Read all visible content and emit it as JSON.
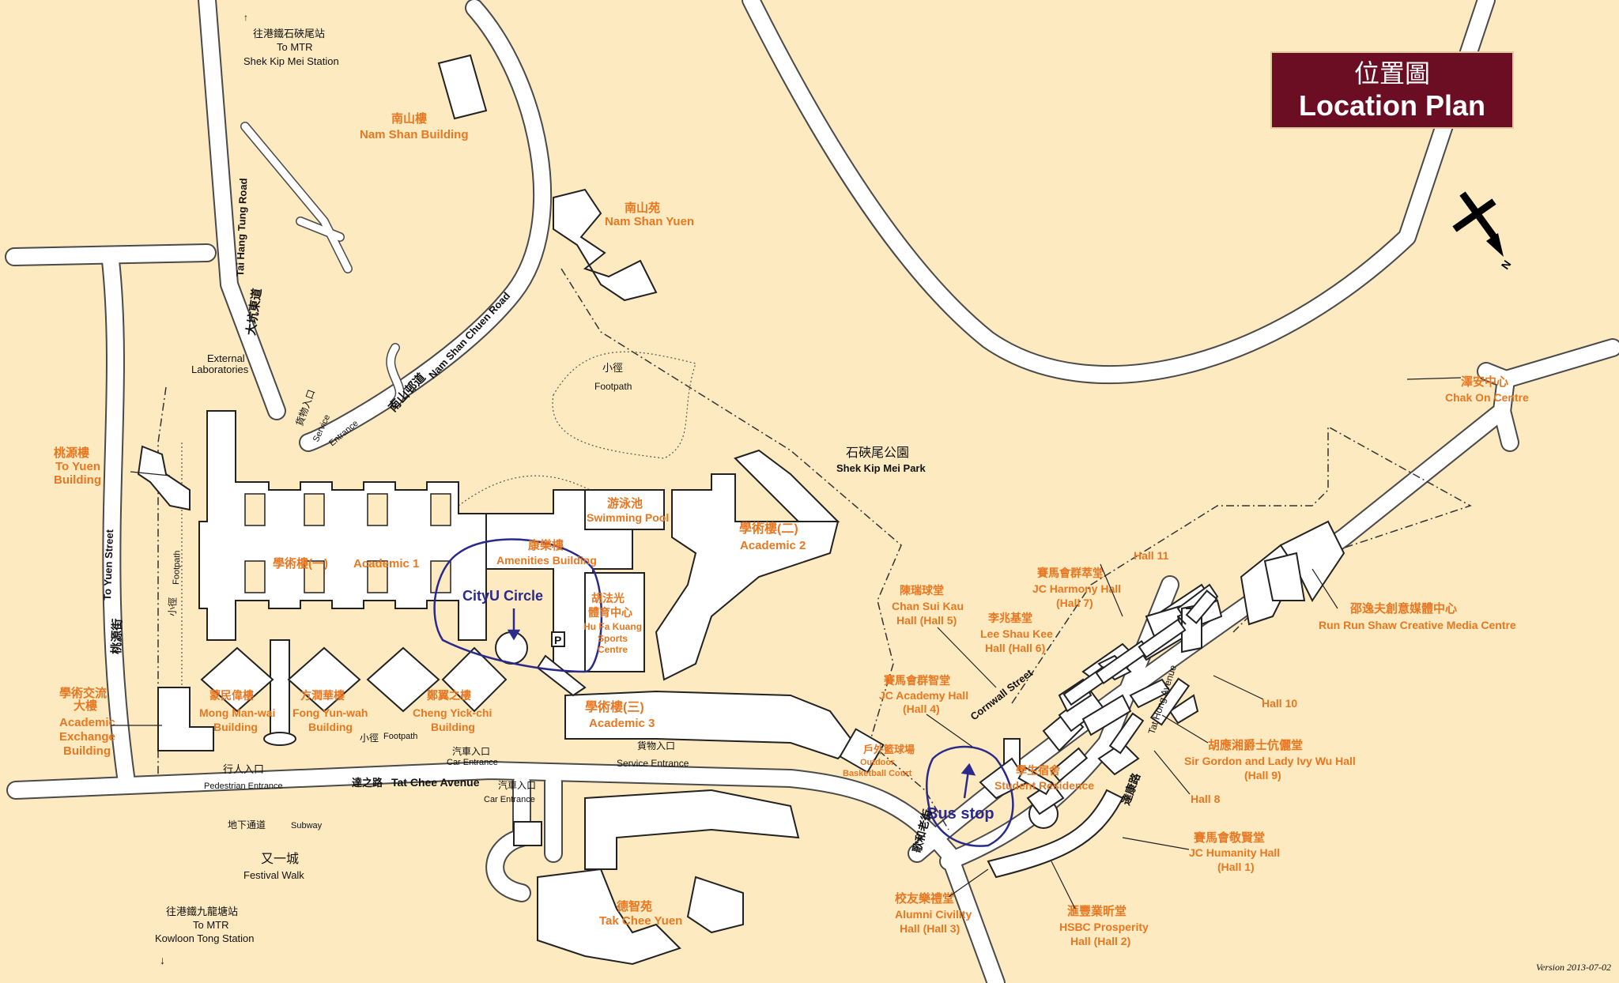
{
  "title": {
    "zh": "位置圖",
    "en": "Location Plan"
  },
  "version": "Version 2013-07-02",
  "compass": {
    "north_letter": "N"
  },
  "colors": {
    "background": "#fdeac0",
    "road": "#ffffff",
    "outline": "#4a4a4a",
    "orange_label": "#e87722",
    "blue_annotation": "#2a2a8c",
    "title_box": "#6b0e24"
  },
  "labels": {
    "to_mtr_skm": {
      "zh": "往港鐵石硤尾站",
      "en1": "To MTR",
      "en2": "Shek Kip Mei Station"
    },
    "to_mtr_kt": {
      "zh": "往港鐵九龍塘站",
      "en1": "To MTR",
      "en2": "Kowloon Tong Station"
    },
    "nam_shan_building": {
      "zh": "南山樓",
      "en": "Nam Shan Building"
    },
    "nam_shan_yuen": {
      "zh": "南山苑",
      "en": "Nam Shan Yuen"
    },
    "tai_hang_tung_road": {
      "zh": "大坑東道",
      "en": "Tai Hang Tung Road"
    },
    "nam_shan_chuen_road": {
      "zh": "南山邨道",
      "en": "Nam Shan Chuen Road"
    },
    "external_laboratories": {
      "en1": "External",
      "en2": "Laboratories"
    },
    "service_entrance_north": {
      "zh": "貨物入口",
      "en1": "Service",
      "en2": "Entrance"
    },
    "footpath_north": {
      "zh": "小徑",
      "en": "Footpath"
    },
    "shek_kip_mei_park": {
      "zh": "石硤尾公園",
      "en": "Shek Kip Mei Park"
    },
    "to_yuen_building": {
      "zh": "桃源樓",
      "en1": "To Yuen",
      "en2": "Building"
    },
    "to_yuen_street": {
      "zh": "桃源街",
      "en": "To Yuen Street"
    },
    "footpath_west": {
      "zh": "小徑",
      "en": "Footpath"
    },
    "academic_1": {
      "zh": "學術樓(一)",
      "en": "Academic 1"
    },
    "swimming_pool": {
      "zh": "游泳池",
      "en": "Swimming Pool"
    },
    "amenities_building": {
      "zh": "康樂樓",
      "en": "Amenities Building"
    },
    "academic_2": {
      "zh": "學術樓(二)",
      "en": "Academic 2"
    },
    "cityu_circle": "CityU Circle",
    "sports_centre": {
      "zh1": "胡法光",
      "zh2": "體育中心",
      "en1": "Hu Fa Kuang",
      "en2": "Sports",
      "en3": "Centre"
    },
    "parking": "P",
    "academic_exchange": {
      "zh1": "學術交流",
      "zh2": "大樓",
      "en1": "Academic",
      "en2": "Exchange",
      "en3": "Building"
    },
    "mong_man_wai": {
      "zh": "蒙民偉樓",
      "en1": "Mong Man-wai",
      "en2": "Building"
    },
    "fong_yun_wah": {
      "zh": "方潤華樓",
      "en1": "Fong Yun-wah",
      "en2": "Building"
    },
    "cheng_yick_chi": {
      "zh": "鄭翼之樓",
      "en1": "Cheng Yick-chi",
      "en2": "Building"
    },
    "footpath_south": {
      "zh": "小徑",
      "en": "Footpath"
    },
    "academic_3": {
      "zh": "學術樓(三)",
      "en": "Academic 3"
    },
    "service_entrance_south": {
      "zh": "貨物入口",
      "en": "Service Entrance"
    },
    "car_entrance_1": {
      "zh": "汽車入口",
      "en": "Car Entrance"
    },
    "car_entrance_2": {
      "zh": "汽車入口",
      "en": "Car Entrance"
    },
    "pedestrian_entrance": {
      "zh": "行人入口",
      "en": "Pedestrian Entrance"
    },
    "tat_chee_avenue": {
      "zh": "達之路",
      "en": "Tat Chee Avenue"
    },
    "subway": {
      "zh": "地下通道",
      "en": "Subway"
    },
    "festival_walk": {
      "zh": "又一城",
      "en": "Festival Walk"
    },
    "tak_chee_yuen": {
      "zh": "德智苑",
      "en": "Tak Chee Yuen"
    },
    "outdoor_basketball": {
      "zh": "戶外籃球場",
      "en1": "Outdoor",
      "en2": "Basketball Court"
    },
    "bus_stop": "Bus stop",
    "cornwall_street": {
      "zh": "歌和老街",
      "en": "Cornwall Street"
    },
    "tat_hong_avenue": {
      "zh": "達康路",
      "en": "Tat Hong Avenue"
    },
    "chak_on_centre": {
      "zh": "澤安中心",
      "en": "Chak On Centre"
    },
    "run_run_shaw": {
      "zh": "邵逸夫創意媒體中心",
      "en": "Run Run Shaw Creative Media Centre"
    },
    "hall_5": {
      "zh": "陳瑞球堂",
      "en1": "Chan Sui Kau",
      "en2": "Hall (Hall 5)"
    },
    "hall_6": {
      "zh": "李兆基堂",
      "en1": "Lee Shau Kee",
      "en2": "Hall (Hall 6)"
    },
    "hall_7": {
      "zh": "賽馬會群萃堂",
      "en1": "JC Harmony Hall",
      "en2": "(Hall 7)"
    },
    "hall_4": {
      "zh": "賽馬會群智堂",
      "en1": "JC Academy Hall",
      "en2": "(Hall 4)"
    },
    "hall_11": "Hall 11",
    "hall_10": "Hall 10",
    "hall_8": "Hall 8",
    "hall_9": {
      "zh": "胡應湘爵士伉儷堂",
      "en1": "Sir Gordon and Lady Ivy Wu Hall",
      "en2": "(Hall 9)"
    },
    "student_residence": {
      "zh": "學生宿舍",
      "en": "Student Residence"
    },
    "hall_1": {
      "zh": "賽馬會敬賢堂",
      "en1": "JC Humanity Hall",
      "en2": "(Hall 1)"
    },
    "hall_3": {
      "zh": "校友樂禮堂",
      "en1": "Alumni Civility",
      "en2": "Hall (Hall 3)"
    },
    "hall_2": {
      "zh": "滙豐業昕堂",
      "en1": "HSBC Prosperity",
      "en2": "Hall (Hall 2)"
    }
  }
}
